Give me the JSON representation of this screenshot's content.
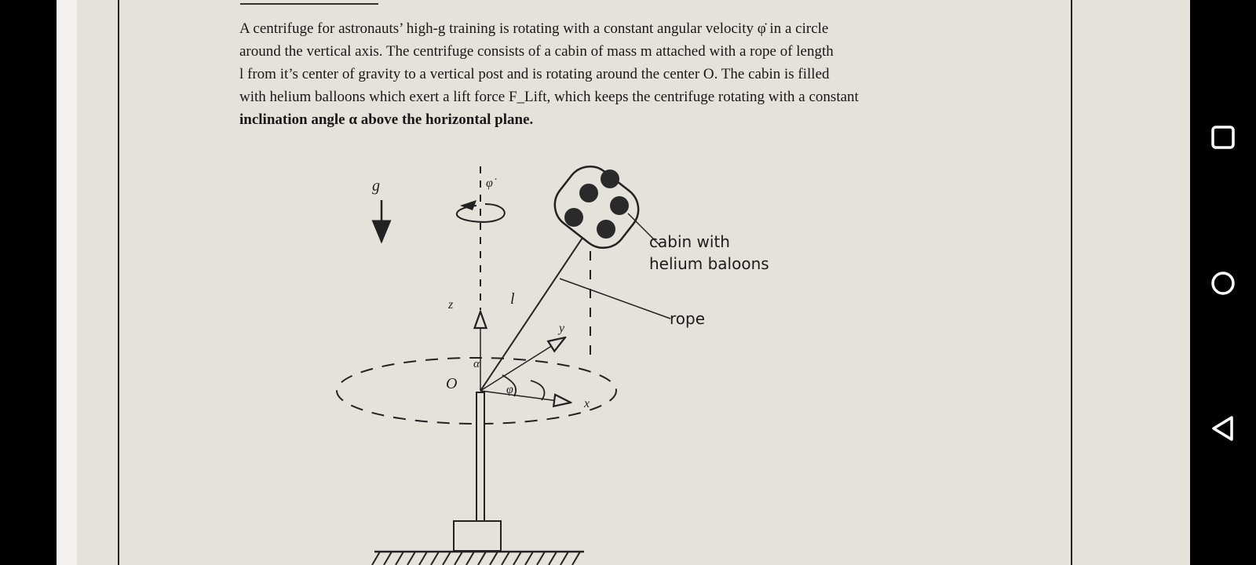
{
  "document": {
    "paragraph_lines": [
      "A centrifuge for astronauts’ high-g training is rotating with a constant angular velocity φ̇ in a circle",
      "around the vertical axis. The centrifuge consists of a cabin of mass m attached with a rope of length",
      "l from it’s center of gravity to a vertical post and is rotating around the center O. The cabin is filled",
      "with helium balloons which exert a lift force F_Lift, which keeps the centrifuge rotating with a constant",
      "inclination angle α above the horizontal plane."
    ]
  },
  "figure": {
    "labels": {
      "gravity": "g",
      "angular_velocity": "φ̇",
      "z_axis": "z",
      "y_axis": "y",
      "x_axis": "x",
      "origin": "O",
      "rope_length": "l",
      "alpha": "α",
      "phi": "φ",
      "cabin_line1": "cabin with",
      "cabin_line2": "helium baloons",
      "rope": "rope"
    }
  },
  "navbar": {
    "buttons": [
      "recent-apps",
      "home",
      "back"
    ]
  }
}
